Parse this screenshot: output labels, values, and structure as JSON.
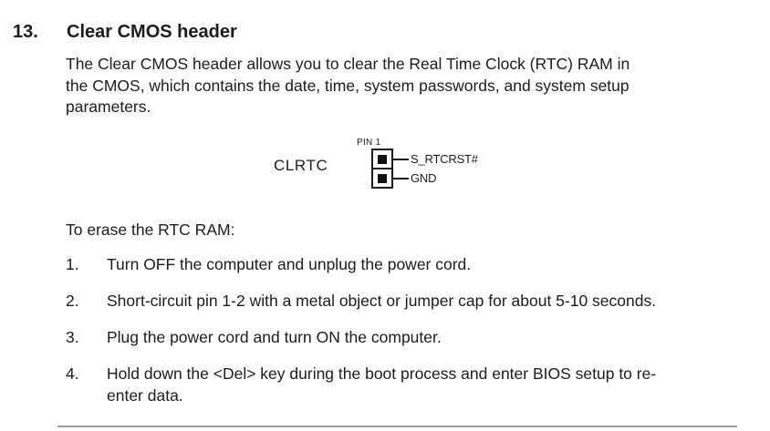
{
  "section": {
    "number": "13.",
    "title": "Clear CMOS header",
    "intro": "The Clear CMOS header allows you to clear the Real Time Clock (RTC) RAM in\nthe CMOS, which contains the date, time, system passwords, and system setup\nparameters.",
    "erase_heading": "To erase the RTC RAM:"
  },
  "diagram": {
    "label": "CLRTC",
    "pin1_label": "PIN 1",
    "pins": [
      {
        "name": "S_RTCRST#"
      },
      {
        "name": "GND"
      }
    ]
  },
  "steps": [
    {
      "num": "1.",
      "text": "Turn OFF the computer and unplug the power cord."
    },
    {
      "num": "2.",
      "text": "Short-circuit pin 1-2 with a metal object or jumper cap for about 5-10 seconds."
    },
    {
      "num": "3.",
      "text": "Plug the power cord and turn ON the computer."
    },
    {
      "num": "4.",
      "text": "Hold down the <Del> key during the boot process and enter BIOS setup to re-\nenter data."
    }
  ],
  "colors": {
    "text": "#1c1c1e",
    "divider": "#9b9ba3",
    "pin_fill": "#111111"
  }
}
